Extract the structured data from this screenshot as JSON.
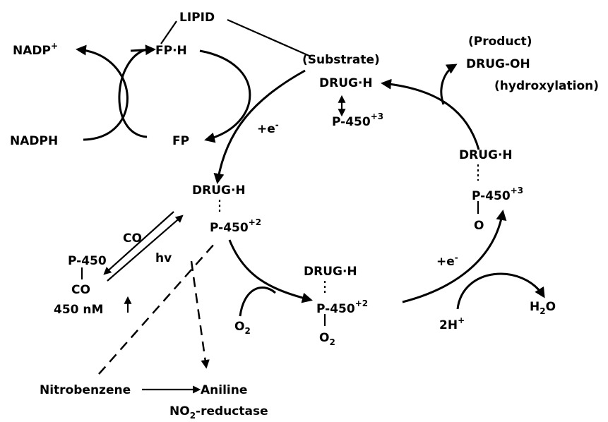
{
  "labels": {
    "lipid": "LIPID",
    "nadp": "NADP",
    "nadp_sup": "+",
    "fph": "FP·H",
    "nadph": "NADPH",
    "fp": "FP",
    "substrate": "(Substrate)",
    "drugh_top": "DRUG·H",
    "p450_top": "P-450",
    "p450_top_sup": "+3",
    "product": "(Product)",
    "drugoh": "DRUG-OH",
    "hydroxylation": "(hydroxylation)",
    "e_minus_1": "+e",
    "e_minus_1_sup": "-",
    "drugh_left": "DRUG·H",
    "p450_left": "P-450",
    "p450_left_sup": "+2",
    "co": "CO",
    "hv": "hv",
    "p450_co": "P-450",
    "co_lower": "CO",
    "nm450": "450 nM",
    "drugh_right": "DRUG·H",
    "p450_right": "P-450",
    "p450_right_sup": "+3",
    "o_right": "O",
    "e_minus_2": "+e",
    "e_minus_2_sup": "-",
    "drugh_mid": "DRUG·H",
    "p450_mid": "P-450",
    "p450_mid_sup": "+2",
    "o2_mid": "O",
    "o2_mid_sub": "2",
    "o2_in": "O",
    "o2_in_sub": "2",
    "h2_plus": "2H",
    "h2_plus_sup": "+",
    "h2o": "H",
    "h2o_sub": "2",
    "h2o_o": "O",
    "nitrobenzene": "Nitrobenzene",
    "aniline": "Aniline",
    "no2_reductase": "NO",
    "no2_reductase_sub": "2",
    "no2_reductase_rest": "-reductase"
  }
}
